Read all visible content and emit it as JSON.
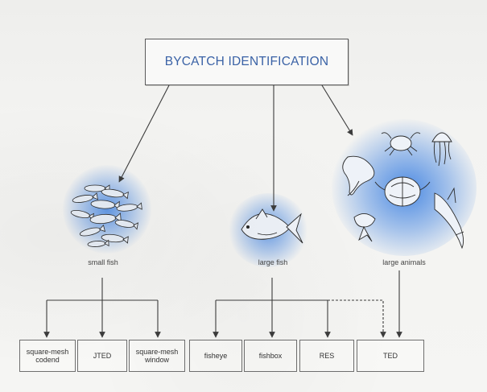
{
  "title": "BYCATCH IDENTIFICATION",
  "categories": {
    "small_fish": "small fish",
    "large_fish": "large fish",
    "large_animals": "large animals"
  },
  "devices": [
    "square-mesh\ncodend",
    "JTED",
    "square-mesh\nwindow",
    "fisheye",
    "fishbox",
    "RES",
    "TED"
  ],
  "colors": {
    "title_text": "#3a62a6",
    "glow": "#2f78e0",
    "lines": "#3c3c3c"
  },
  "icons": [
    "fish-school-icon",
    "pompano-fish-icon",
    "crab-icon",
    "jellyfish-icon",
    "stingray-icon",
    "sea-turtle-icon",
    "shark-icon",
    "sea-turtle-flipper-icon"
  ]
}
